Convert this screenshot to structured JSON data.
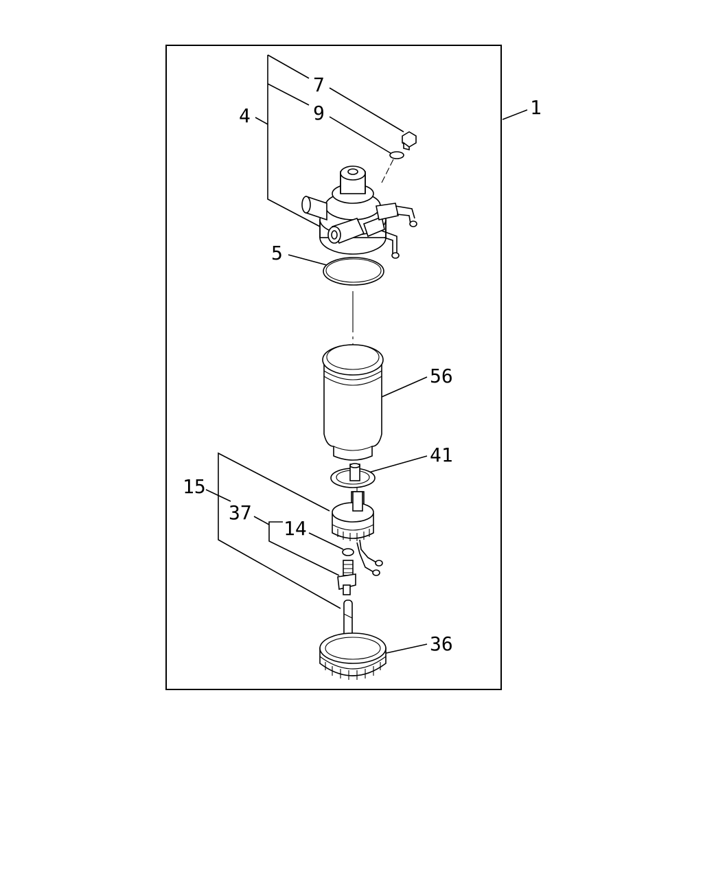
{
  "callouts": {
    "c1": "1",
    "c4": "4",
    "c5": "5",
    "c7": "7",
    "c9": "9",
    "c14": "14",
    "c15": "15",
    "c36": "36",
    "c37": "37",
    "c41": "41",
    "c56": "56"
  }
}
